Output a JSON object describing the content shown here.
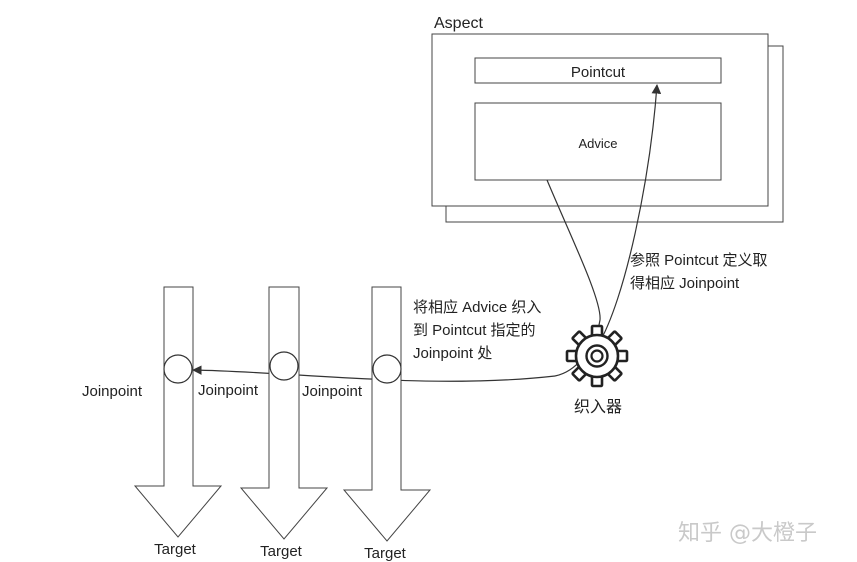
{
  "aspect": {
    "title": "Aspect",
    "pointcut": "Pointcut",
    "advice": "Advice"
  },
  "annotations": {
    "reference_line1": "参照 Pointcut 定义取",
    "reference_line2": "得相应 Joinpoint",
    "weave_line1": "将相应 Advice 织入",
    "weave_line2": "到 Pointcut 指定的",
    "weave_line3": "Joinpoint 处"
  },
  "weaver": {
    "label": "织入器",
    "icon": "gear-icon"
  },
  "targets": [
    {
      "joinpoint": "Joinpoint",
      "label": "Target"
    },
    {
      "joinpoint": "Joinpoint",
      "label": "Target"
    },
    {
      "joinpoint": "Joinpoint",
      "label": "Target"
    }
  ],
  "watermark": {
    "text": "知乎 @大橙子"
  }
}
